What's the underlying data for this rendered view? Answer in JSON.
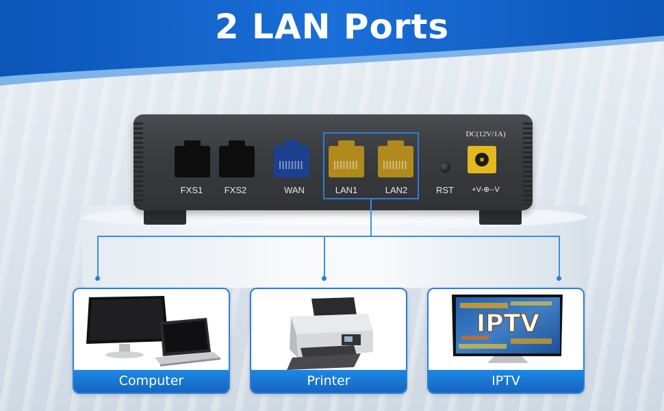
{
  "title": "2 LAN Ports",
  "ports": {
    "fxs1": "FXS1",
    "fxs2": "FXS2",
    "wan": "WAN",
    "lan1": "LAN1",
    "lan2": "LAN2",
    "rst": "RST",
    "dc": "DC(12V/1A)",
    "polarity": "+V-⊕--V"
  },
  "cards": [
    {
      "label": "Computer",
      "icon": "computer-icon"
    },
    {
      "label": "Printer",
      "icon": "printer-icon"
    },
    {
      "label": "IPTV",
      "icon": "iptv-icon",
      "screen_text": "IPTV"
    }
  ],
  "colors": {
    "banner": "#1565c0",
    "accent": "#2b7fd6",
    "wan_port": "#1c3f8f",
    "lan_port": "#b08a1c",
    "dc_jack": "#e3b91d"
  }
}
